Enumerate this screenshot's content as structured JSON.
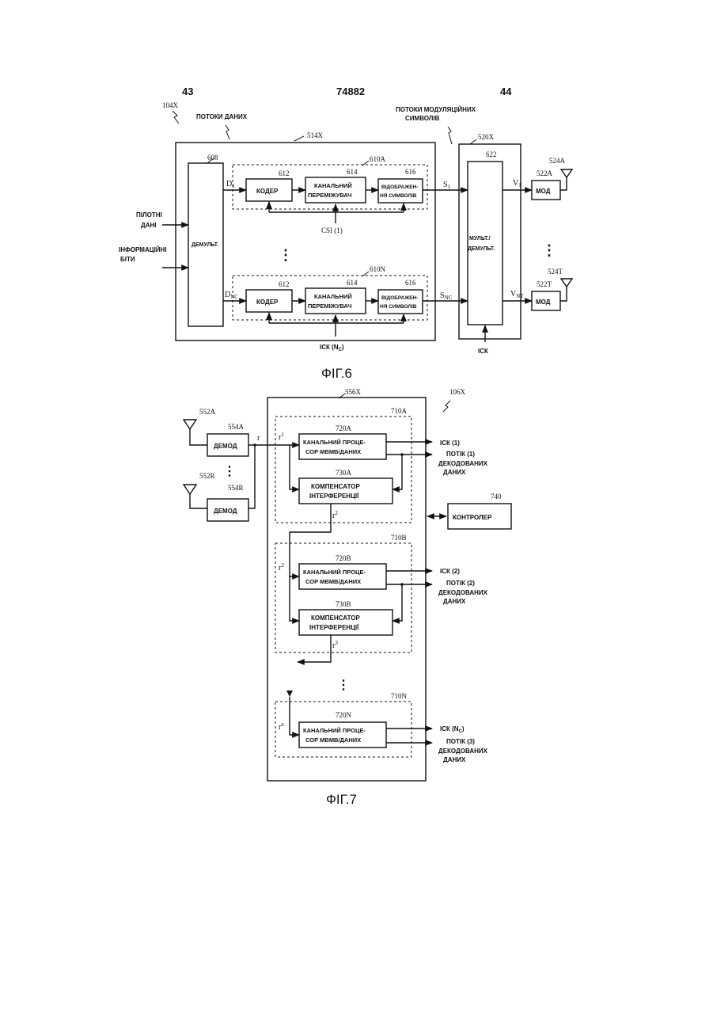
{
  "header": {
    "page_left": "43",
    "patent_number": "74882",
    "page_right": "44"
  },
  "fig6": {
    "caption": "ФІГ.6",
    "ref_104x": "104X",
    "data_streams": "ПОТОКИ ДАНИХ",
    "mod_symbol_streams": [
      "ПОТОКИ МОДУЛЯЦІЙНИХ",
      "СИМВОЛІВ"
    ],
    "ref_514x": "514X",
    "ref_520x": "520X",
    "ref_608": "608",
    "demux": "ДЕМУЛЬТ.",
    "pilot_data": [
      "ПІЛОТНІ",
      "ДАНІ"
    ],
    "info_bits": [
      "ІНФОРМАЦІЙНІ",
      "БІТИ"
    ],
    "ref_610a": "610A",
    "ref_610n": "610N",
    "ref_612": "612",
    "ref_614": "614",
    "ref_616": "616",
    "coder": "КОДЕР",
    "interleaver": [
      "КАНАЛЬНИЙ",
      "ПЕРЕМІЖУВАЧ"
    ],
    "symbol_mapping": [
      "ВІДОБРАЖЕН-",
      "НЯ СИМВОЛІВ"
    ],
    "d1": "D",
    "d1_sub": "1",
    "dnc": "D",
    "dnc_sub": "NC",
    "s1": "S",
    "s1_sub": "1",
    "snc": "S",
    "snc_sub": "NC",
    "csi1": "CSI (1)",
    "csi_nc": "ІСК (N",
    "csi_nc_sub": "C",
    "csi_nc_end": ")",
    "dots": "⋮",
    "ref_622": "622",
    "mux": [
      "МУЛЬТ./",
      "ДЕМУЛЬТ."
    ],
    "csi": "ІСК",
    "v1": "V",
    "v1_sub": "1",
    "vnt": "V",
    "vnt_sub": "NT",
    "ref_522a": "522A",
    "ref_522t": "522T",
    "ref_524a": "524A",
    "ref_524t": "524T",
    "mod": "МОД"
  },
  "fig7": {
    "caption": "ФІГ.7",
    "ref_556x": "556X",
    "ref_106x": "106X",
    "ref_552a": "552A",
    "ref_552r": "552R",
    "ref_554a": "554A",
    "ref_554r": "554R",
    "demod": "ДЕМОД",
    "r_vec": "r",
    "ref_710a": "710A",
    "ref_710b": "710B",
    "ref_710n": "710N",
    "ref_720a": "720A",
    "ref_720b": "720B",
    "ref_720n": "720N",
    "ref_730a": "730A",
    "ref_730b": "730B",
    "ref_740": "740",
    "chan_proc": [
      "КАНАЛЬНИЙ ПРОЦЕ-",
      "СОР МВМВ/ДАНИХ"
    ],
    "compensator": [
      "КОМПЕНСАТОР",
      "ІНТЕРФЕРЕНЦІЇ"
    ],
    "controller": "КОНТРОЛЕР",
    "r1": "r",
    "r1_sup": "1",
    "r2": "r",
    "r2_sup": "2",
    "r3": "r",
    "r3_sup": "3",
    "rn": "r",
    "rn_sup": "n",
    "csi_out_1": "ІСК (1)",
    "csi_out_2": "ІСК (2)",
    "csi_out_nc": "ІСК (N",
    "csi_out_nc_sub": "C",
    "csi_out_nc_end": ")",
    "stream_1": [
      "ПОТІК (1)",
      "ДЕКОДОВАНИХ",
      "ДАНИХ"
    ],
    "stream_2": [
      "ПОТІК (2)",
      "ДЕКОДОВАНИХ",
      "ДАНИХ"
    ],
    "stream_3": [
      "ПОТІК (3)",
      "ДЕКОДОВАНИХ",
      "ДАНИХ"
    ],
    "dots": "⋮"
  }
}
